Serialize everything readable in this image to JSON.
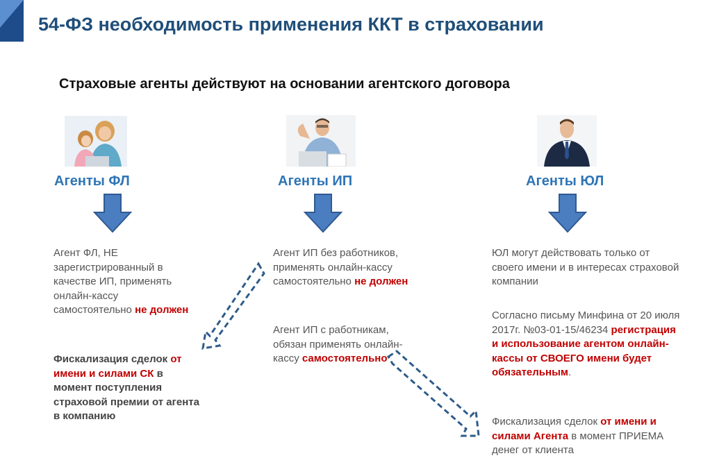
{
  "page": {
    "title": "54-ФЗ необходимость применения ККТ в страховании",
    "subtitle": "Страховые агенты действуют на основании агентского договора"
  },
  "columns": {
    "fl": {
      "heading": "Агенты ФЛ",
      "photo_icon": "mother-child-laptop-photo",
      "p1_a": "Агент ФЛ, НЕ зарегистрированный в качестве ИП, применять онлайн-кассу самостоятельно ",
      "p1_red": "не должен",
      "p2_a": "Фискализация сделок ",
      "p2_red": "от имени и силами СК",
      "p2_b": " в момент поступления страховой премии от агента в компанию"
    },
    "ip": {
      "heading": "Агенты ИП",
      "photo_icon": "man-laptop-photo",
      "p1_a": "Агент ИП без работников, применять онлайн-кассу самостоятельно ",
      "p1_red": "не должен",
      "p2_a": "Агент ИП с работникам, обязан применять онлайн-кассу ",
      "p2_red": "самостоятельно"
    },
    "ul": {
      "heading": "Агенты ЮЛ",
      "photo_icon": "businessman-suit-photo",
      "p1": "ЮЛ могут действовать только от своего имени и в интересах страховой компании",
      "p2_a": "Согласно письму Минфина от 20 июля 2017г. №03-01-15/46234 ",
      "p2_red": "регистрация и использование агентом онлайн-кассы от СВОЕГО имени будет обязательным",
      "p2_b": ".",
      "p3_a": "Фискализация сделок ",
      "p3_red": "от имени и силами Агента",
      "p3_b": " в момент ПРИЕМА денег от клиента"
    }
  },
  "colors": {
    "title": "#1f4e79",
    "accent_blue": "#2e75b6",
    "arrow_fill": "#4a7ec0",
    "arrow_stroke": "#2f5a92",
    "red": "#c00000",
    "dashed_arrow": "#2e5c8a"
  }
}
